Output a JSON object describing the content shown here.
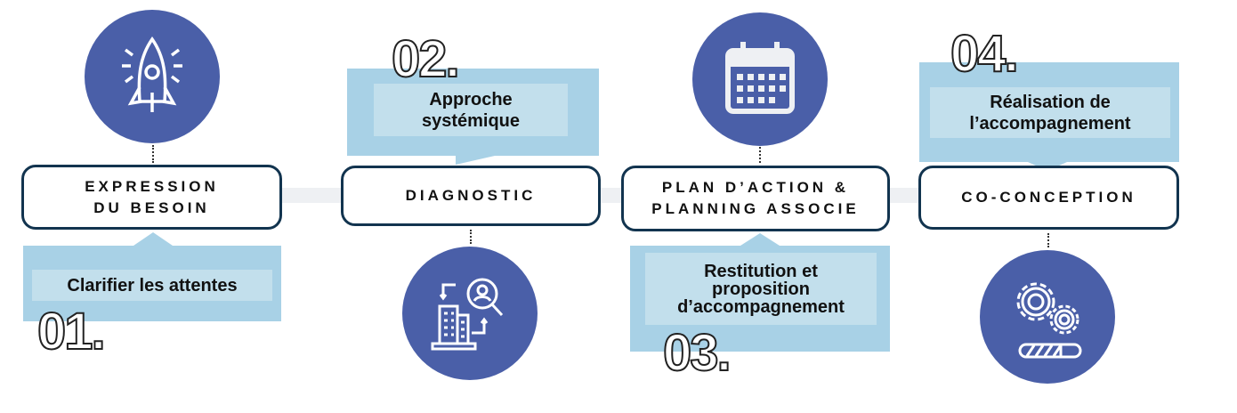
{
  "steps": [
    {
      "number": "01.",
      "title": "EXPRESSION DU BESOIN",
      "title_lines": [
        "EXPRESSION",
        "DU BESOIN"
      ],
      "detail": "Clarifier les attentes",
      "icon": "rocket-icon"
    },
    {
      "number": "02.",
      "title": "DIAGNOSTIC",
      "detail_lines": [
        "Approche",
        "systémique"
      ],
      "icon": "building-search-icon"
    },
    {
      "number": "03.",
      "title_lines": [
        "PLAN D’ACTION &",
        "PLANNING ASSOCIE"
      ],
      "detail_lines": [
        "Restitution et",
        "proposition",
        "d’accompagnement"
      ],
      "icon": "calendar-icon"
    },
    {
      "number": "04.",
      "title": "CO-CONCEPTION",
      "detail_lines": [
        "Réalisation de",
        "l’accompagnement"
      ],
      "icon": "gears-progress-icon"
    }
  ],
  "colors": {
    "circle": "#4a5fa8",
    "callout": "#a8d1e6",
    "callout_inner": "#c2dfec",
    "box_border": "#12344f"
  }
}
